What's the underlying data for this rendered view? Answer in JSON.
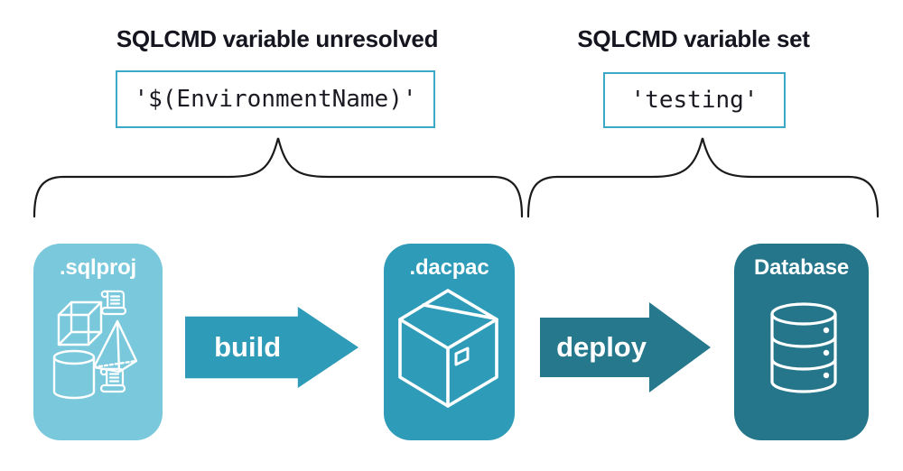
{
  "diagram": {
    "annotations": {
      "unresolved": {
        "heading": "SQLCMD variable unresolved",
        "code": "'$(EnvironmentName)'"
      },
      "set": {
        "heading": "SQLCMD variable set",
        "code": "'testing'"
      }
    },
    "pipeline": {
      "nodes": [
        {
          "label": ".sqlproj",
          "icon": "sql-project-objects-icon",
          "color": "#79C8DC"
        },
        {
          "label": ".dacpac",
          "icon": "package-icon",
          "color": "#2E9BB8"
        },
        {
          "label": "Database",
          "icon": "database-icon",
          "color": "#25768A"
        }
      ],
      "arrows": [
        {
          "label": "build",
          "color": "#2E9BB8"
        },
        {
          "label": "deploy",
          "color": "#26788C"
        }
      ]
    },
    "colors": {
      "background": "#FFFFFF",
      "heading_text": "#15151F",
      "code_box_border": "#3BA8C8",
      "code_text": "#1A1A22",
      "brace_stroke": "#1A1A1A",
      "node_label_text": "#FFFFFF"
    }
  }
}
